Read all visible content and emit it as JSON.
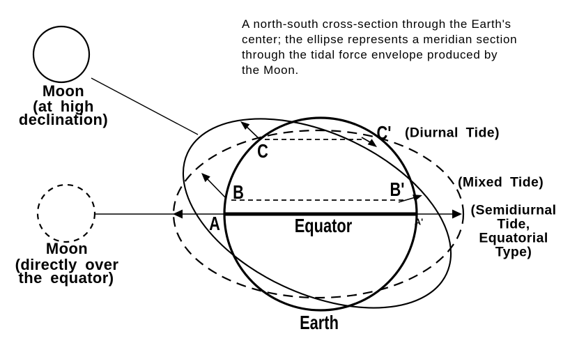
{
  "colors": {
    "ink": "#000000",
    "background": "#ffffff"
  },
  "caption": {
    "lines": [
      "A north-south cross-section through the Earth's",
      "center; the ellipse represents a meridian section",
      "through the tidal force envelope produced by",
      "the Moon."
    ]
  },
  "moon_high_declination": {
    "lines": [
      "Moon",
      "(at high",
      "declination)"
    ]
  },
  "moon_over_equator": {
    "lines": [
      "Moon",
      "(directly over",
      "the equator)"
    ]
  },
  "earth": {
    "label": "Earth",
    "equator_label": "Equator"
  },
  "points": {
    "a": "A",
    "a_prime": "A'",
    "b": "B",
    "b_prime": "B'",
    "c": "C",
    "c_prime": "C'"
  },
  "tides": {
    "diurnal": "(Diurnal Tide)",
    "mixed": "(Mixed Tide)",
    "semidiurnal_lines": [
      "(Semidiurnal",
      "Tide,",
      "Equatorial",
      "Type)"
    ]
  }
}
